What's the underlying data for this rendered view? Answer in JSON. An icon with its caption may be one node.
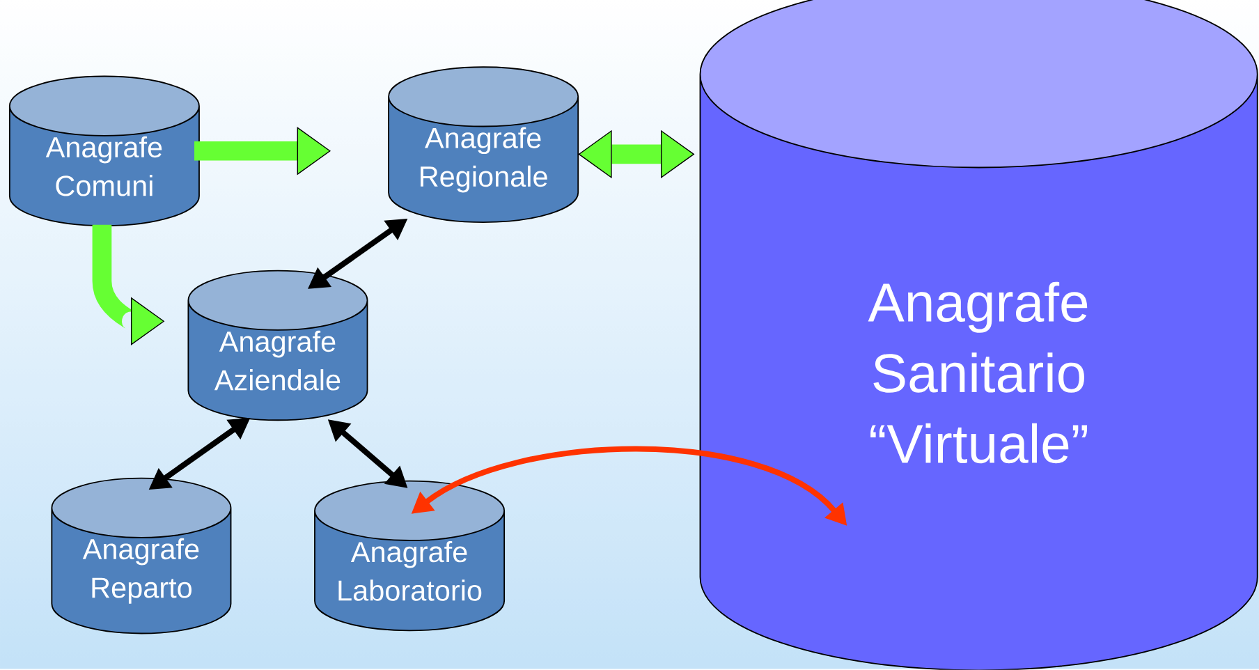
{
  "diagram": {
    "nodes": [
      {
        "text": [
          "Anagrafe Comuni"
        ]
      },
      {
        "text": [
          "Anagrafe Regionale"
        ]
      },
      {
        "text": [
          "Anagrafe Aziendale"
        ]
      },
      {
        "text": [
          "Anagrafe Reparto"
        ]
      },
      {
        "text": [
          "Anagrafe Laboratorio"
        ]
      },
      {
        "text": [
          "Anagrafe Sanitario “Virtuale”"
        ]
      }
    ],
    "edges": [
      {
        "from": 0,
        "to": 1,
        "arrow": "to",
        "style": "thick",
        "color": "#66ff33"
      },
      {
        "from": 0,
        "to": 2,
        "arrow": "to",
        "style": "thick",
        "color": "#66ff33"
      },
      {
        "from": 1,
        "to": 5,
        "arrow": "both",
        "style": "thick",
        "color": "#66ff33"
      },
      {
        "from": 2,
        "to": 1,
        "arrow": "both",
        "color": "#000000"
      },
      {
        "from": 2,
        "to": 3,
        "arrow": "both",
        "color": "#000000"
      },
      {
        "from": 2,
        "to": 4,
        "arrow": "both",
        "color": "#000000"
      },
      {
        "from": 4,
        "to": 5,
        "arrow": "both",
        "color": "#ff3300"
      }
    ]
  }
}
